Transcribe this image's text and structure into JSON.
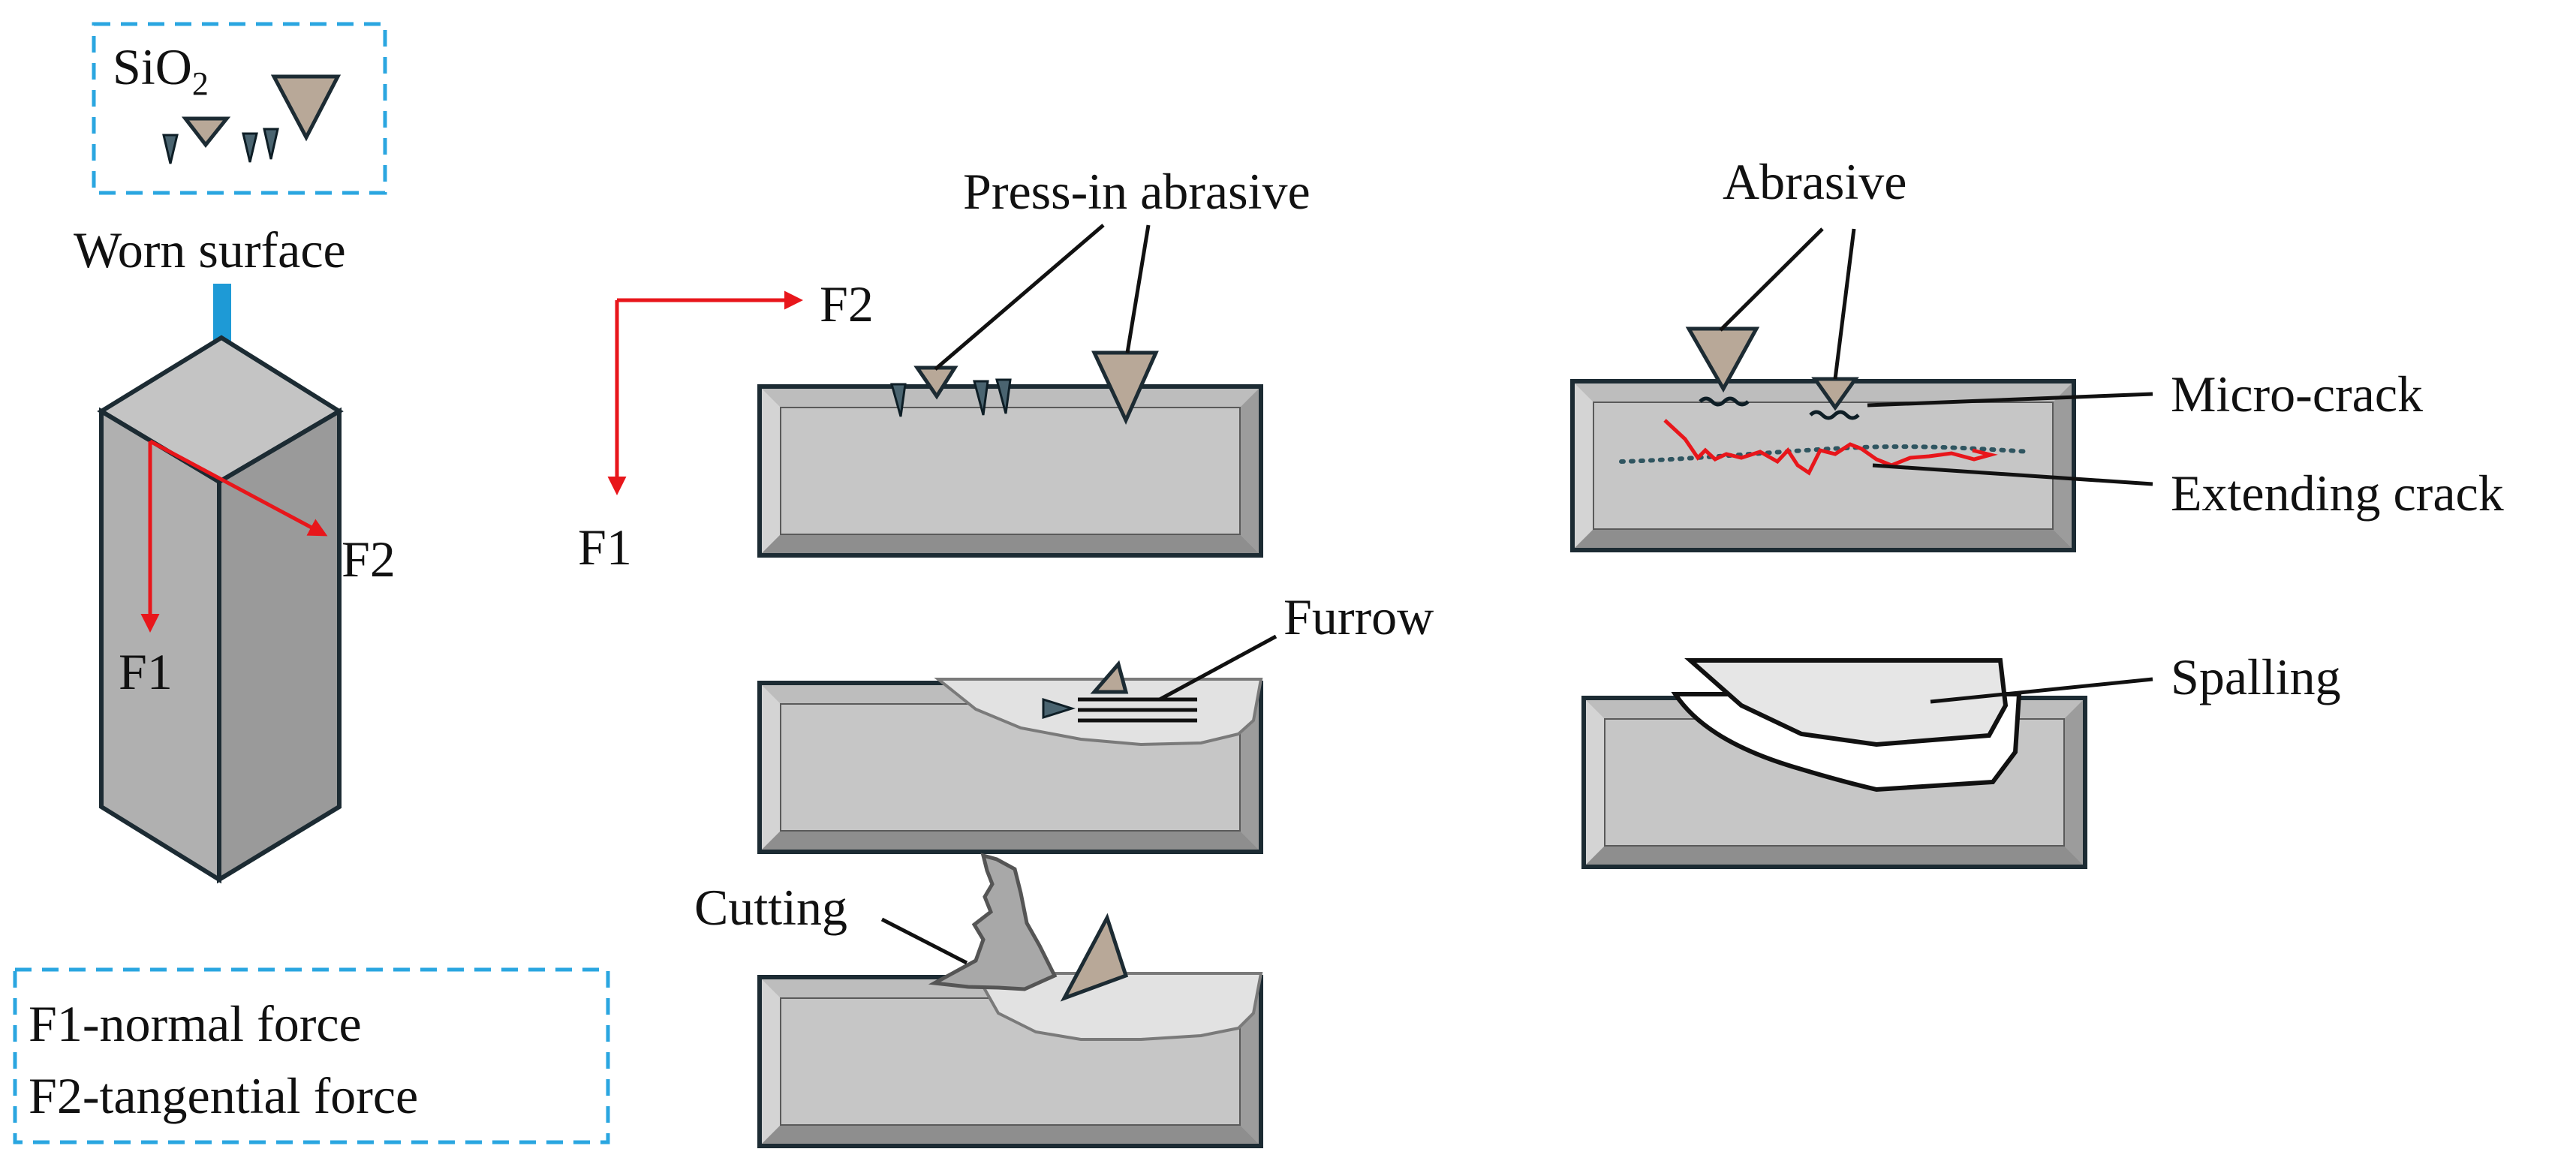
{
  "legend_top": {
    "material": "SiO",
    "material_subscript": "2"
  },
  "pillar": {
    "title": "Worn surface",
    "f1": "F1",
    "f2": "F2"
  },
  "axes": {
    "f1": "F1",
    "f2": "F2"
  },
  "labels": {
    "press_in": "Press-in abrasive",
    "furrow": "Furrow",
    "cutting": "Cutting",
    "abrasive": "Abrasive",
    "micro_crack": "Micro-crack",
    "extending_crack": "Extending crack",
    "spalling": "Spalling"
  },
  "legend_bottom": {
    "line1": "F1-normal force",
    "line2": "F2-tangential force"
  },
  "colors": {
    "dashed_box": "#2aa6e0",
    "force_arrow": "#e8161b",
    "worn_arrow": "#1e9ad6",
    "block": "#bdbdbd",
    "outline": "#1c2b33"
  }
}
